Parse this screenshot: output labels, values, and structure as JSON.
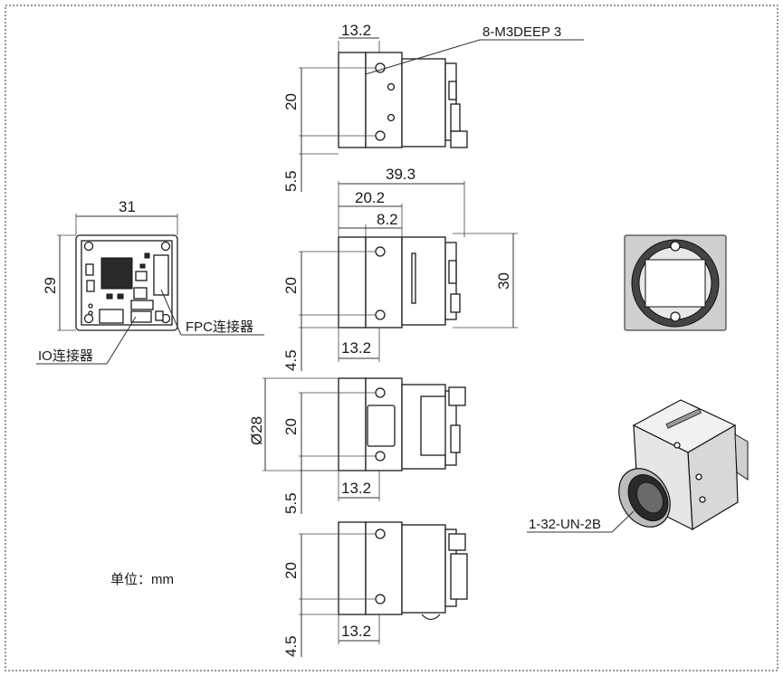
{
  "frame": {
    "border_color": "#777777"
  },
  "top_view": {
    "dim_width": "13.2",
    "dim_height": "20",
    "dim_offset": "5.5",
    "callout": "8-M3DEEP 3"
  },
  "side_view": {
    "dim_length": "39.3",
    "dim_mid": "20.2",
    "dim_short": "8.2",
    "dim_height": "20",
    "dim_total": "30",
    "dim_offset": "4.5",
    "dim_width": "13.2"
  },
  "back_view": {
    "dim_width": "31",
    "dim_height": "29",
    "fpc_label": "FPC连接器",
    "io_label": "IO连接器"
  },
  "bottom_view": {
    "dim_diameter": "Ø28",
    "dim_height": "20",
    "dim_offset": "5.5",
    "dim_width": "13.2"
  },
  "last_view": {
    "dim_height": "20",
    "dim_offset": "4.5",
    "dim_width": "13.2"
  },
  "iso_view": {
    "thread_label": "1-32-UN-2B"
  },
  "unit": {
    "label": "单位：mm"
  }
}
